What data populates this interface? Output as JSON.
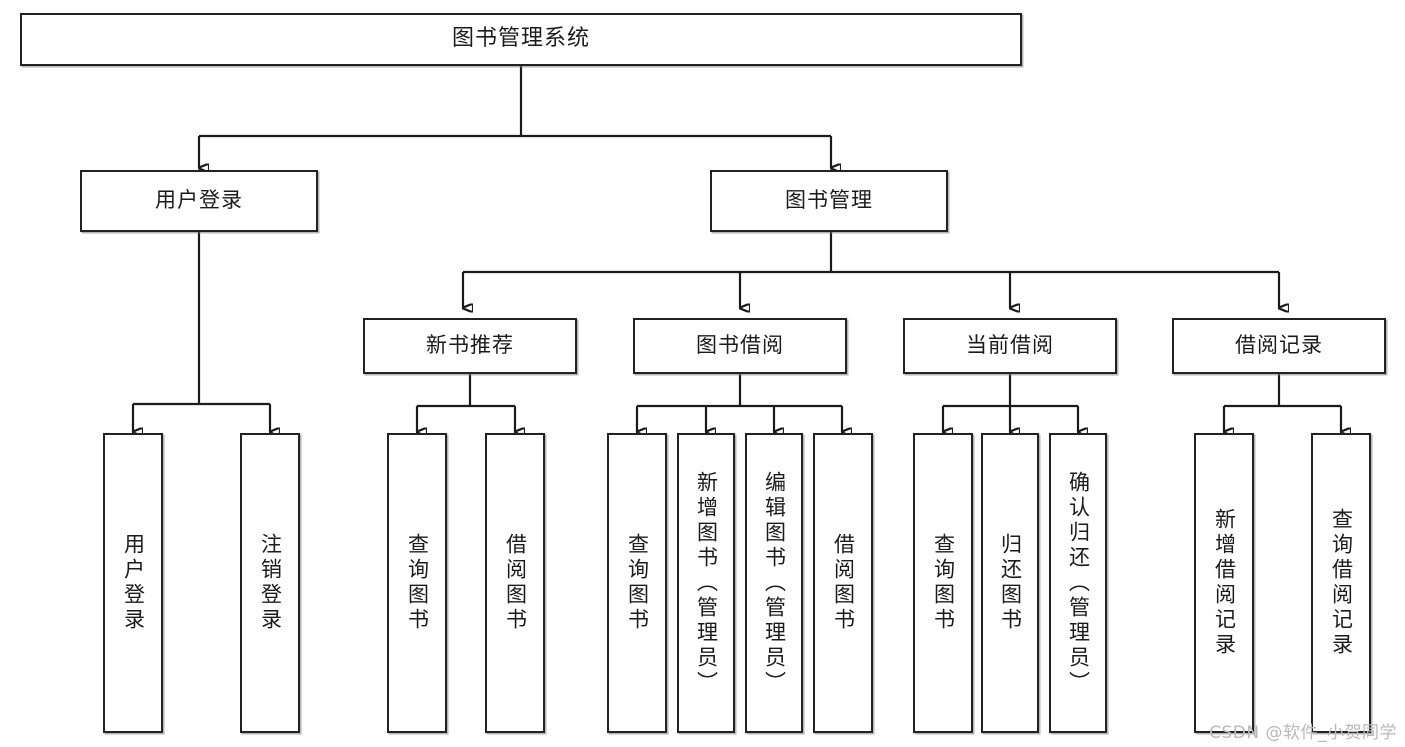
{
  "diagram": {
    "type": "tree",
    "title": "图书管理系统",
    "watermark": "CSDN @软件_小贺同学",
    "root": {
      "label": "图书管理系统"
    },
    "level2": [
      {
        "label": "用户登录"
      },
      {
        "label": "图书管理"
      }
    ],
    "level3": [
      {
        "label": "新书推荐"
      },
      {
        "label": "图书借阅"
      },
      {
        "label": "当前借阅"
      },
      {
        "label": "借阅记录"
      }
    ],
    "leaves": {
      "user_login": [
        {
          "label": "用户登录"
        },
        {
          "label": "注销登录"
        }
      ],
      "new_book_rec": [
        {
          "label": "查询图书"
        },
        {
          "label": "借阅图书"
        }
      ],
      "book_borrow": [
        {
          "label": "查询图书"
        },
        {
          "label": "新增图书（管理员）"
        },
        {
          "label": "编辑图书（管理员）"
        },
        {
          "label": "借阅图书"
        }
      ],
      "current_borrow": [
        {
          "label": "查询图书"
        },
        {
          "label": "归还图书"
        },
        {
          "label": "确认归还（管理员）"
        }
      ],
      "borrow_record": [
        {
          "label": "新增借阅记录"
        },
        {
          "label": "查询借阅记录"
        }
      ]
    },
    "colors": {
      "stroke": "#1b1b1b",
      "fill": "#ffffff",
      "shadow": "#787878",
      "watermark": "#b9b9b9"
    }
  }
}
